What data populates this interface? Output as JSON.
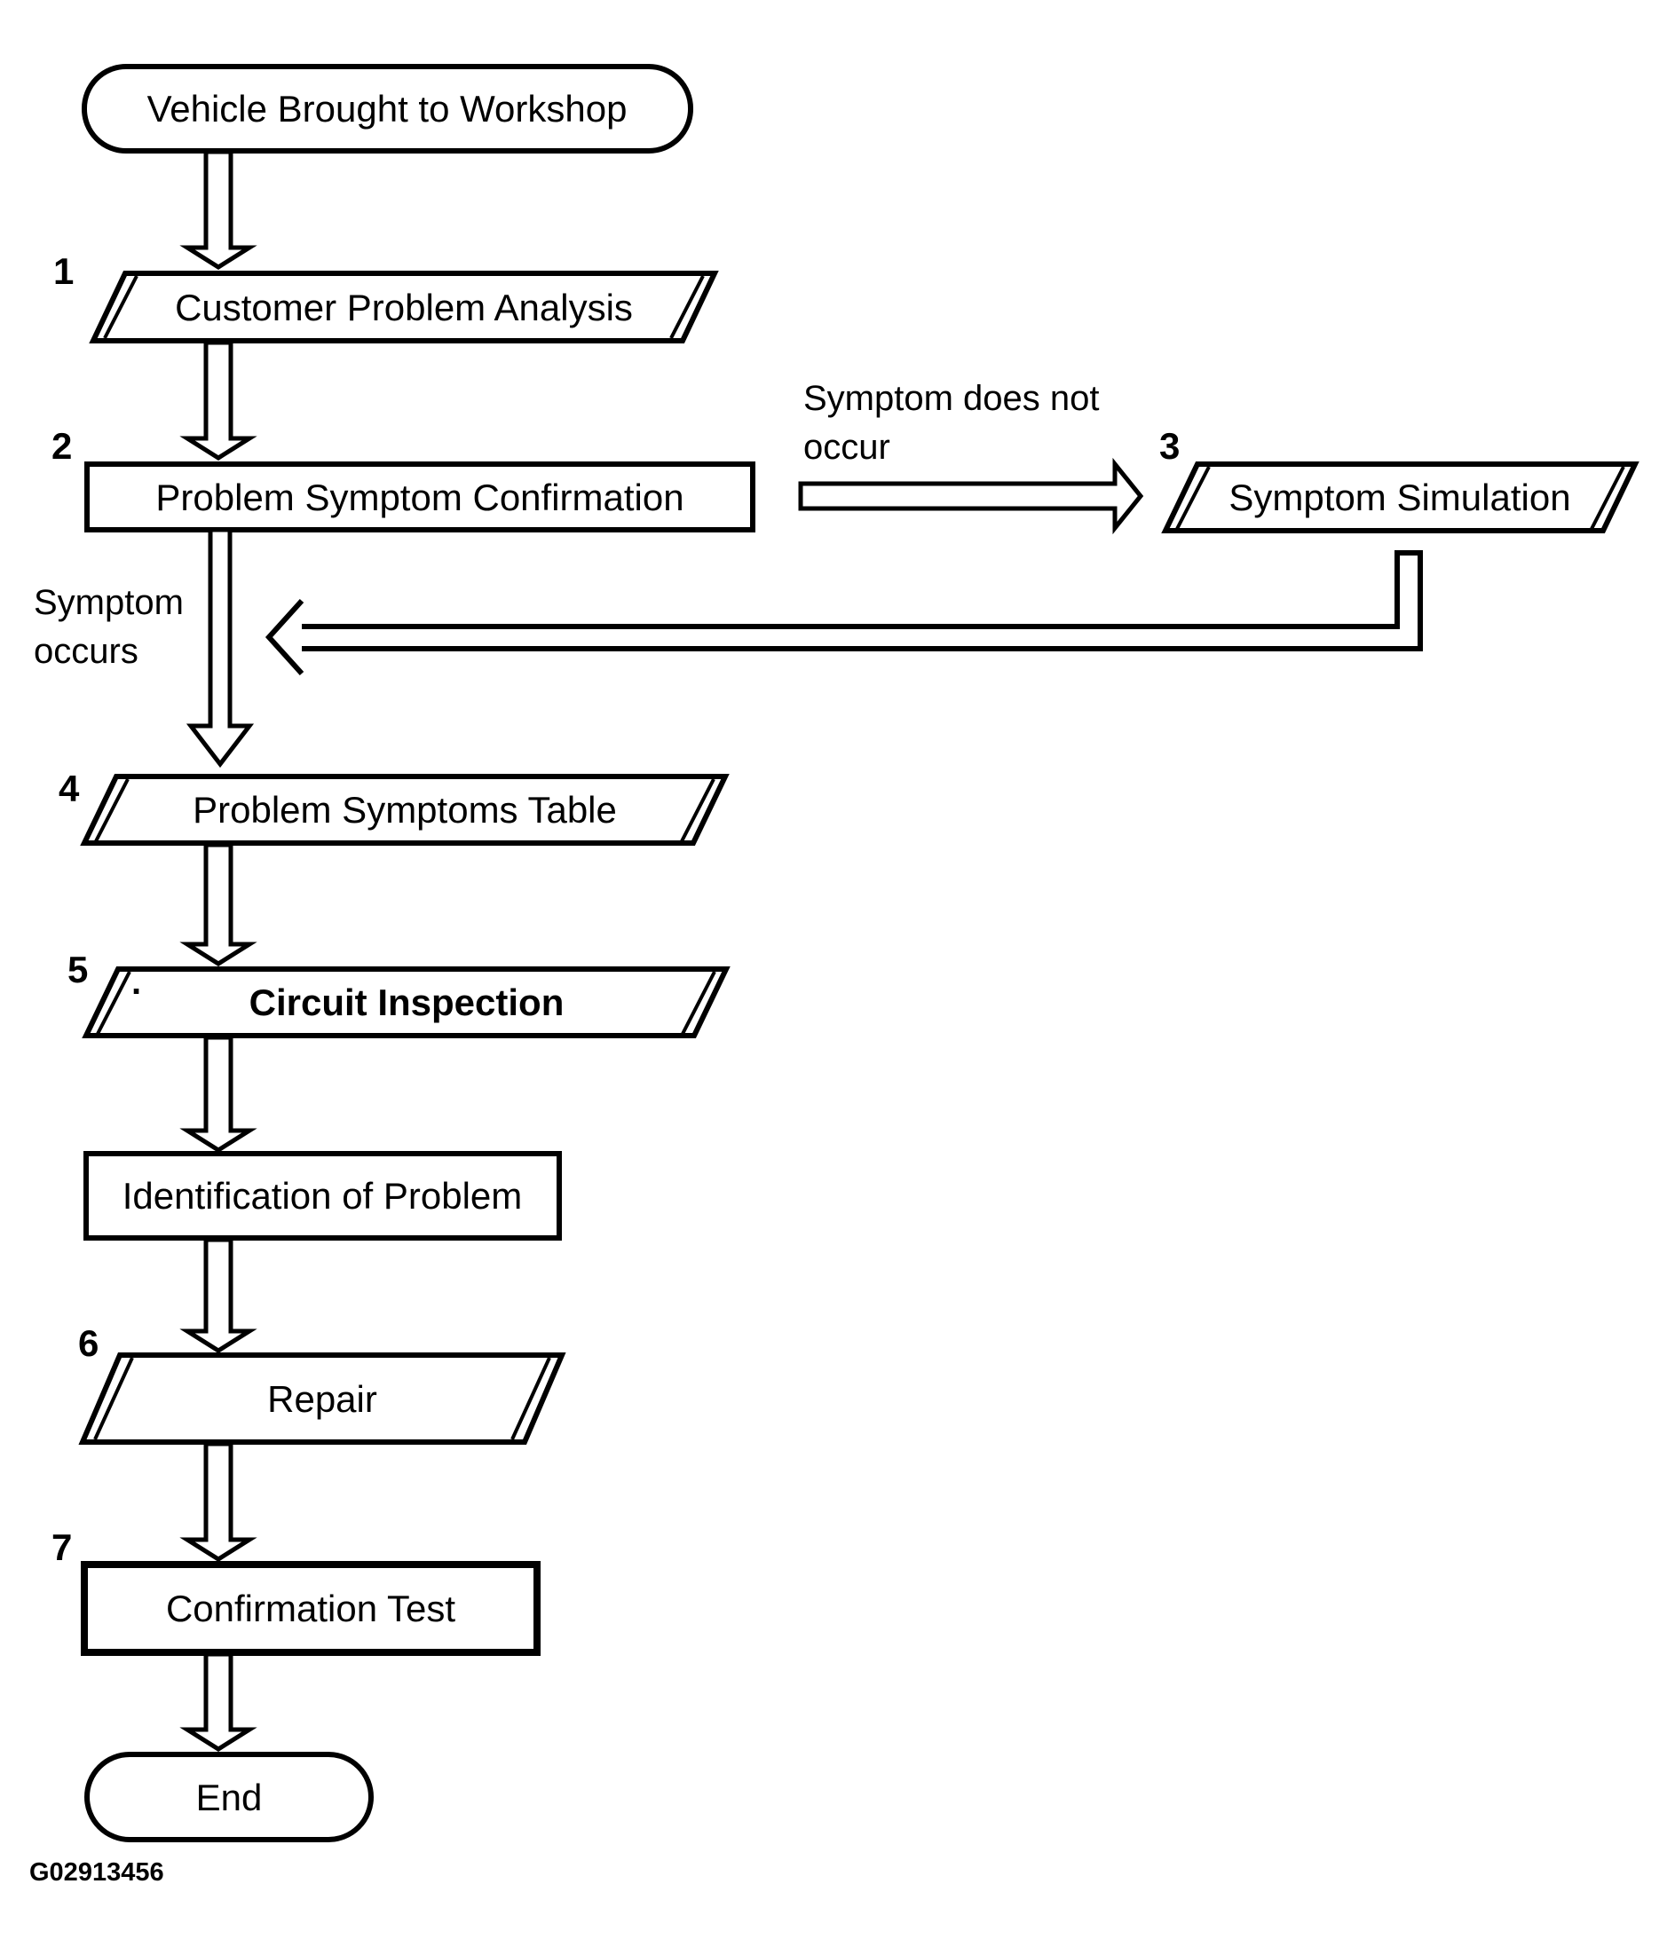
{
  "figure_code": "G02913456",
  "colors": {
    "ink": "#000000",
    "background": "#ffffff"
  },
  "nodes": {
    "start": {
      "label": "Vehicle Brought to Workshop",
      "type": "terminator"
    },
    "customer_problem_analysis": {
      "num": "1",
      "label": "Customer Problem Analysis",
      "type": "parallelogram"
    },
    "problem_symptom_confirmation": {
      "num": "2",
      "label": "Problem Symptom Confirmation",
      "type": "rectangle"
    },
    "symptom_simulation": {
      "num": "3",
      "label": "Symptom Simulation",
      "type": "parallelogram"
    },
    "problem_symptoms_table": {
      "num": "4",
      "label": "Problem Symptoms Table",
      "type": "parallelogram"
    },
    "circuit_inspection": {
      "num": "5",
      "label": "Circuit Inspection",
      "stray_mark": ".",
      "type": "parallelogram"
    },
    "identification_of_problem": {
      "label": "Identification of Problem",
      "type": "rectangle"
    },
    "repair": {
      "num": "6",
      "label": "Repair",
      "type": "parallelogram"
    },
    "confirmation_test": {
      "num": "7",
      "label": "Confirmation Test",
      "type": "rectangle"
    },
    "end": {
      "label": "End",
      "type": "terminator"
    }
  },
  "edge_labels": {
    "symptom_does_not_occur": {
      "line1": "Symptom does not",
      "line2": "occur"
    },
    "symptom_occurs": {
      "line1": "Symptom",
      "line2": "occurs"
    }
  }
}
